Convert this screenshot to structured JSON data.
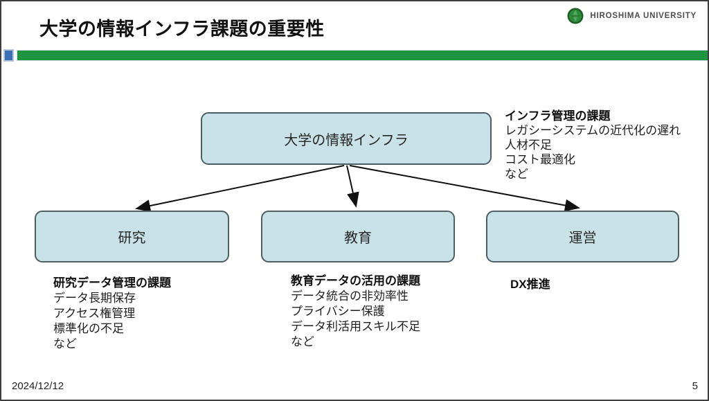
{
  "slide": {
    "title": "大学の情報インフラ課題の重要性",
    "logo_text": "HIROSHIMA UNIVERSITY",
    "footer_date": "2024/12/12",
    "footer_page": "5"
  },
  "diagram": {
    "root_label": "大学の情報インフラ",
    "child_labels": [
      "研究",
      "教育",
      "運営"
    ]
  },
  "notes": {
    "infra": {
      "heading": "インフラ管理の課題",
      "lines": [
        "レガシーシステムの近代化の遅れ",
        "人材不足",
        "コスト最適化",
        "など"
      ]
    },
    "research": {
      "heading": "研究データ管理の課題",
      "lines": [
        "データ長期保存",
        "アクセス権管理",
        "標準化の不足",
        "など"
      ]
    },
    "education": {
      "heading": "教育データの活用の課題",
      "lines": [
        "データ統合の非効率性",
        "プライバシー保護",
        "データ利活用スキル不足",
        "など"
      ]
    },
    "operations": {
      "heading": "DX推進",
      "lines": []
    }
  },
  "colors": {
    "accent_green": "#1f9441",
    "accent_blue": "#3c6fb1",
    "node_fill": "#c9e2e7",
    "node_border": "#4d5f63",
    "logo_green_dark": "#1b5e20",
    "logo_green": "#2e8b3d"
  }
}
